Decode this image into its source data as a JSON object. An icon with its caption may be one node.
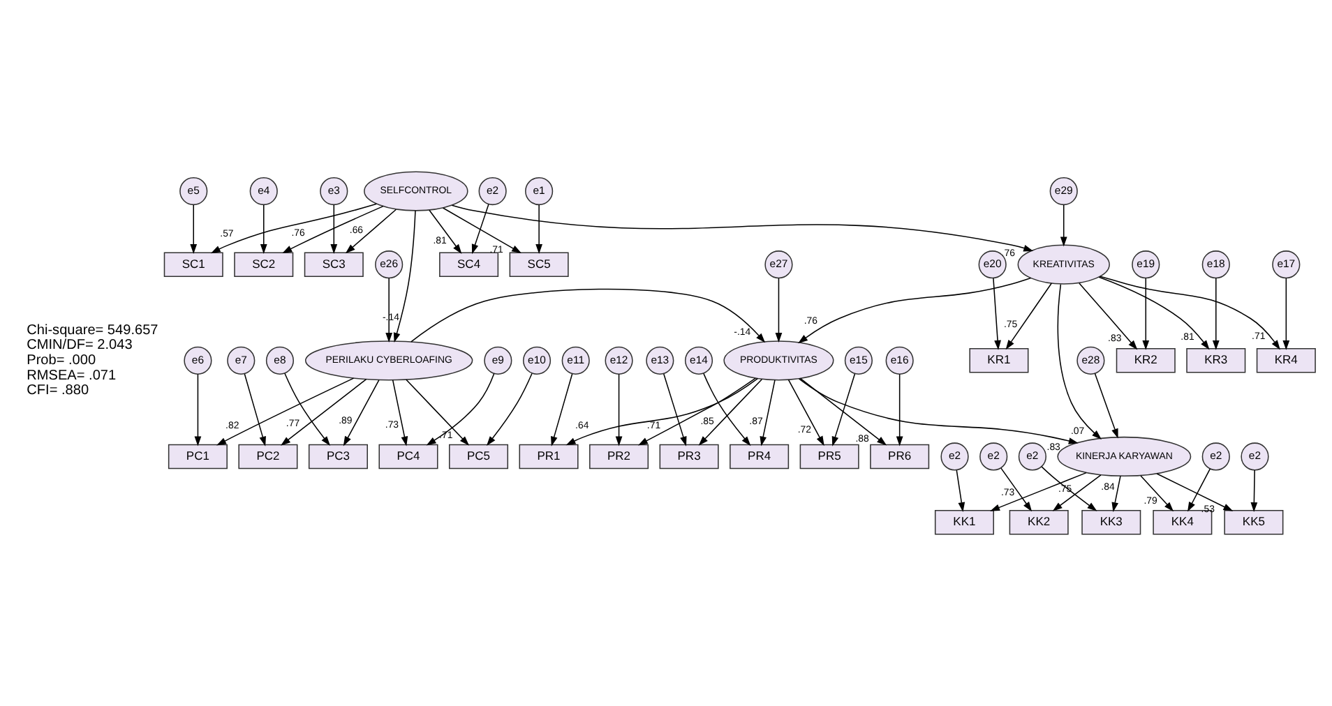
{
  "diagram": {
    "nodes": [
      {
        "text": [
          "e6"
        ]
      },
      {
        "text": [
          "e7"
        ]
      },
      {
        "text": [
          "e8"
        ]
      },
      {
        "text": [
          "e9"
        ]
      },
      {
        "text": [
          "e10"
        ]
      },
      {
        "text": [
          "e11"
        ]
      },
      {
        "text": [
          "e12"
        ]
      },
      {
        "text": [
          "e13"
        ]
      },
      {
        "text": [
          "e14"
        ]
      },
      {
        "text": [
          "e15"
        ]
      },
      {
        "text": [
          "e16"
        ]
      },
      {
        "text": [
          "PC1"
        ]
      },
      {
        "text": [
          "PC2"
        ]
      },
      {
        "text": [
          "PC3"
        ]
      },
      {
        "text": [
          "PC4"
        ]
      },
      {
        "text": [
          "PC5"
        ]
      },
      {
        "text": [
          "PR1"
        ]
      },
      {
        "text": [
          "PR2"
        ]
      },
      {
        "text": [
          "PR3"
        ]
      },
      {
        "text": [
          "PR4"
        ]
      },
      {
        "text": [
          "PR5"
        ]
      },
      {
        "text": [
          "PR6"
        ]
      },
      {
        "text": [
          "PERILAKU CYBERLOAFING"
        ]
      },
      {
        "text": [
          "PRODUKTIVITAS"
        ]
      },
      {
        "text": [
          "e28"
        ]
      },
      {
        "text": [
          "e26"
        ]
      },
      {
        "text": [
          "e27"
        ]
      },
      {
        "text": [
          "e5"
        ]
      },
      {
        "text": [
          "SC1"
        ]
      },
      {
        "text": [
          "e4"
        ]
      },
      {
        "text": [
          "SC2"
        ]
      },
      {
        "text": [
          "e3"
        ]
      },
      {
        "text": [
          "SC3"
        ]
      },
      {
        "text": [
          "e2"
        ]
      },
      {
        "text": [
          "SC4"
        ]
      },
      {
        "text": [
          "e1"
        ]
      },
      {
        "text": [
          "SC5"
        ]
      },
      {
        "text": [
          "SELFCONTROL"
        ]
      },
      {
        "text": [
          "KINERJA KARYAWAN"
        ]
      },
      {
        "text": [
          "e29"
        ]
      },
      {
        "text": [
          "KREATIVITAS"
        ]
      },
      {
        "text": [
          "KK1"
        ]
      },
      {
        "text": [
          "e2"
        ]
      },
      {
        "text": [
          "KK2"
        ]
      },
      {
        "text": [
          "e2"
        ]
      },
      {
        "text": [
          "KK3"
        ]
      },
      {
        "text": [
          "e2"
        ]
      },
      {
        "text": [
          "KK4"
        ]
      },
      {
        "text": [
          "e2"
        ]
      },
      {
        "text": [
          "KK5"
        ]
      },
      {
        "text": [
          "e2"
        ]
      },
      {
        "text": [
          "KR1"
        ]
      },
      {
        "text": [
          "KR2"
        ]
      },
      {
        "text": [
          "KR3"
        ]
      },
      {
        "text": [
          "KR4"
        ]
      },
      {
        "text": [
          "e20"
        ]
      },
      {
        "text": [
          "e19"
        ]
      },
      {
        "text": [
          "e18"
        ]
      },
      {
        "text": [
          "e17"
        ]
      }
    ],
    "edges": [
      {
        "from": 0,
        "to": 11,
        "arrow": "to"
      },
      {
        "from": 1,
        "to": 12,
        "arrow": "to"
      },
      {
        "from": 2,
        "to": 13,
        "arrow": "to"
      },
      {
        "from": 3,
        "to": 14,
        "arrow": "to"
      },
      {
        "from": 4,
        "to": 15,
        "arrow": "to"
      },
      {
        "from": 5,
        "to": 16,
        "arrow": "to"
      },
      {
        "from": 6,
        "to": 17,
        "arrow": "to"
      },
      {
        "from": 7,
        "to": 18,
        "arrow": "to"
      },
      {
        "from": 8,
        "to": 19,
        "arrow": "to"
      },
      {
        "from": 9,
        "to": 20,
        "arrow": "to"
      },
      {
        "from": 10,
        "to": 21,
        "arrow": "to"
      },
      {
        "from": 22,
        "to": 11,
        "arrow": "to",
        "label": ".82"
      },
      {
        "from": 22,
        "to": 12,
        "arrow": "to",
        "label": ".77"
      },
      {
        "from": 22,
        "to": 13,
        "arrow": "to",
        "label": ".89"
      },
      {
        "from": 22,
        "to": 14,
        "arrow": "to",
        "label": ".73"
      },
      {
        "from": 22,
        "to": 15,
        "arrow": "to",
        "label": ".71"
      },
      {
        "from": 23,
        "to": 16,
        "arrow": "to",
        "label": ".64"
      },
      {
        "from": 23,
        "to": 17,
        "arrow": "to",
        "label": ".71"
      },
      {
        "from": 23,
        "to": 18,
        "arrow": "to",
        "label": ".85"
      },
      {
        "from": 23,
        "to": 19,
        "arrow": "to",
        "label": ".87"
      },
      {
        "from": 23,
        "to": 20,
        "arrow": "to",
        "label": ".72"
      },
      {
        "from": 23,
        "to": 21,
        "arrow": "to",
        "label": ".88"
      },
      {
        "from": 22,
        "to": 23,
        "arrow": "to",
        "label": "-.14"
      },
      {
        "from": 25,
        "to": 22,
        "arrow": "to"
      },
      {
        "from": 26,
        "to": 23,
        "arrow": "to"
      },
      {
        "from": 37,
        "to": 22,
        "arrow": "to",
        "label": "-.14"
      },
      {
        "from": 40,
        "to": 23,
        "arrow": "to",
        "label": ".76"
      },
      {
        "from": 23,
        "to": 38,
        "arrow": "to",
        "label": ".83"
      },
      {
        "from": 24,
        "to": 38,
        "arrow": "to"
      },
      {
        "from": 39,
        "to": 40,
        "arrow": "to"
      },
      {
        "from": 37,
        "to": 40,
        "arrow": "to",
        "label": ".76"
      },
      {
        "from": 40,
        "to": 38,
        "arrow": "to",
        "label": ".07"
      },
      {
        "from": 27,
        "to": 28,
        "arrow": "to"
      },
      {
        "from": 29,
        "to": 30,
        "arrow": "to"
      },
      {
        "from": 31,
        "to": 32,
        "arrow": "to"
      },
      {
        "from": 33,
        "to": 34,
        "arrow": "to"
      },
      {
        "from": 35,
        "to": 36,
        "arrow": "to"
      },
      {
        "from": 37,
        "to": 28,
        "arrow": "to",
        "label": ".57"
      },
      {
        "from": 37,
        "to": 30,
        "arrow": "to",
        "label": ".76"
      },
      {
        "from": 37,
        "to": 32,
        "arrow": "to",
        "label": ".66"
      },
      {
        "from": 37,
        "to": 34,
        "arrow": "to",
        "label": ".81"
      },
      {
        "from": 37,
        "to": 36,
        "arrow": "to",
        "label": ".71"
      },
      {
        "from": 38,
        "to": 41,
        "arrow": "to",
        "label": ".73"
      },
      {
        "from": 38,
        "to": 43,
        "arrow": "to",
        "label": ".75"
      },
      {
        "from": 38,
        "to": 45,
        "arrow": "to",
        "label": ".84"
      },
      {
        "from": 38,
        "to": 47,
        "arrow": "to",
        "label": ".79"
      },
      {
        "from": 38,
        "to": 49,
        "arrow": "to",
        "label": ".53"
      },
      {
        "from": 42,
        "to": 41,
        "arrow": "to"
      },
      {
        "from": 44,
        "to": 43,
        "arrow": "to"
      },
      {
        "from": 46,
        "to": 45,
        "arrow": "to"
      },
      {
        "from": 48,
        "to": 47,
        "arrow": "to"
      },
      {
        "from": 50,
        "to": 49,
        "arrow": "to"
      },
      {
        "from": 40,
        "to": 51,
        "arrow": "to",
        "label": ".75"
      },
      {
        "from": 40,
        "to": 52,
        "arrow": "to",
        "label": ".83"
      },
      {
        "from": 40,
        "to": 53,
        "arrow": "to",
        "label": ".81"
      },
      {
        "from": 40,
        "to": 54,
        "arrow": "to",
        "label": ".71"
      },
      {
        "from": 55,
        "to": 51,
        "arrow": "to"
      },
      {
        "from": 56,
        "to": 52,
        "arrow": "to"
      },
      {
        "from": 57,
        "to": 53,
        "arrow": "to"
      },
      {
        "from": 58,
        "to": 54,
        "arrow": "to"
      }
    ],
    "labels": [
      "Chi-square= 549.657",
      "CMIN/DF= 2.043",
      "Prob= .000",
      "RMSEA= .071",
      "CFI= .880"
    ]
  }
}
